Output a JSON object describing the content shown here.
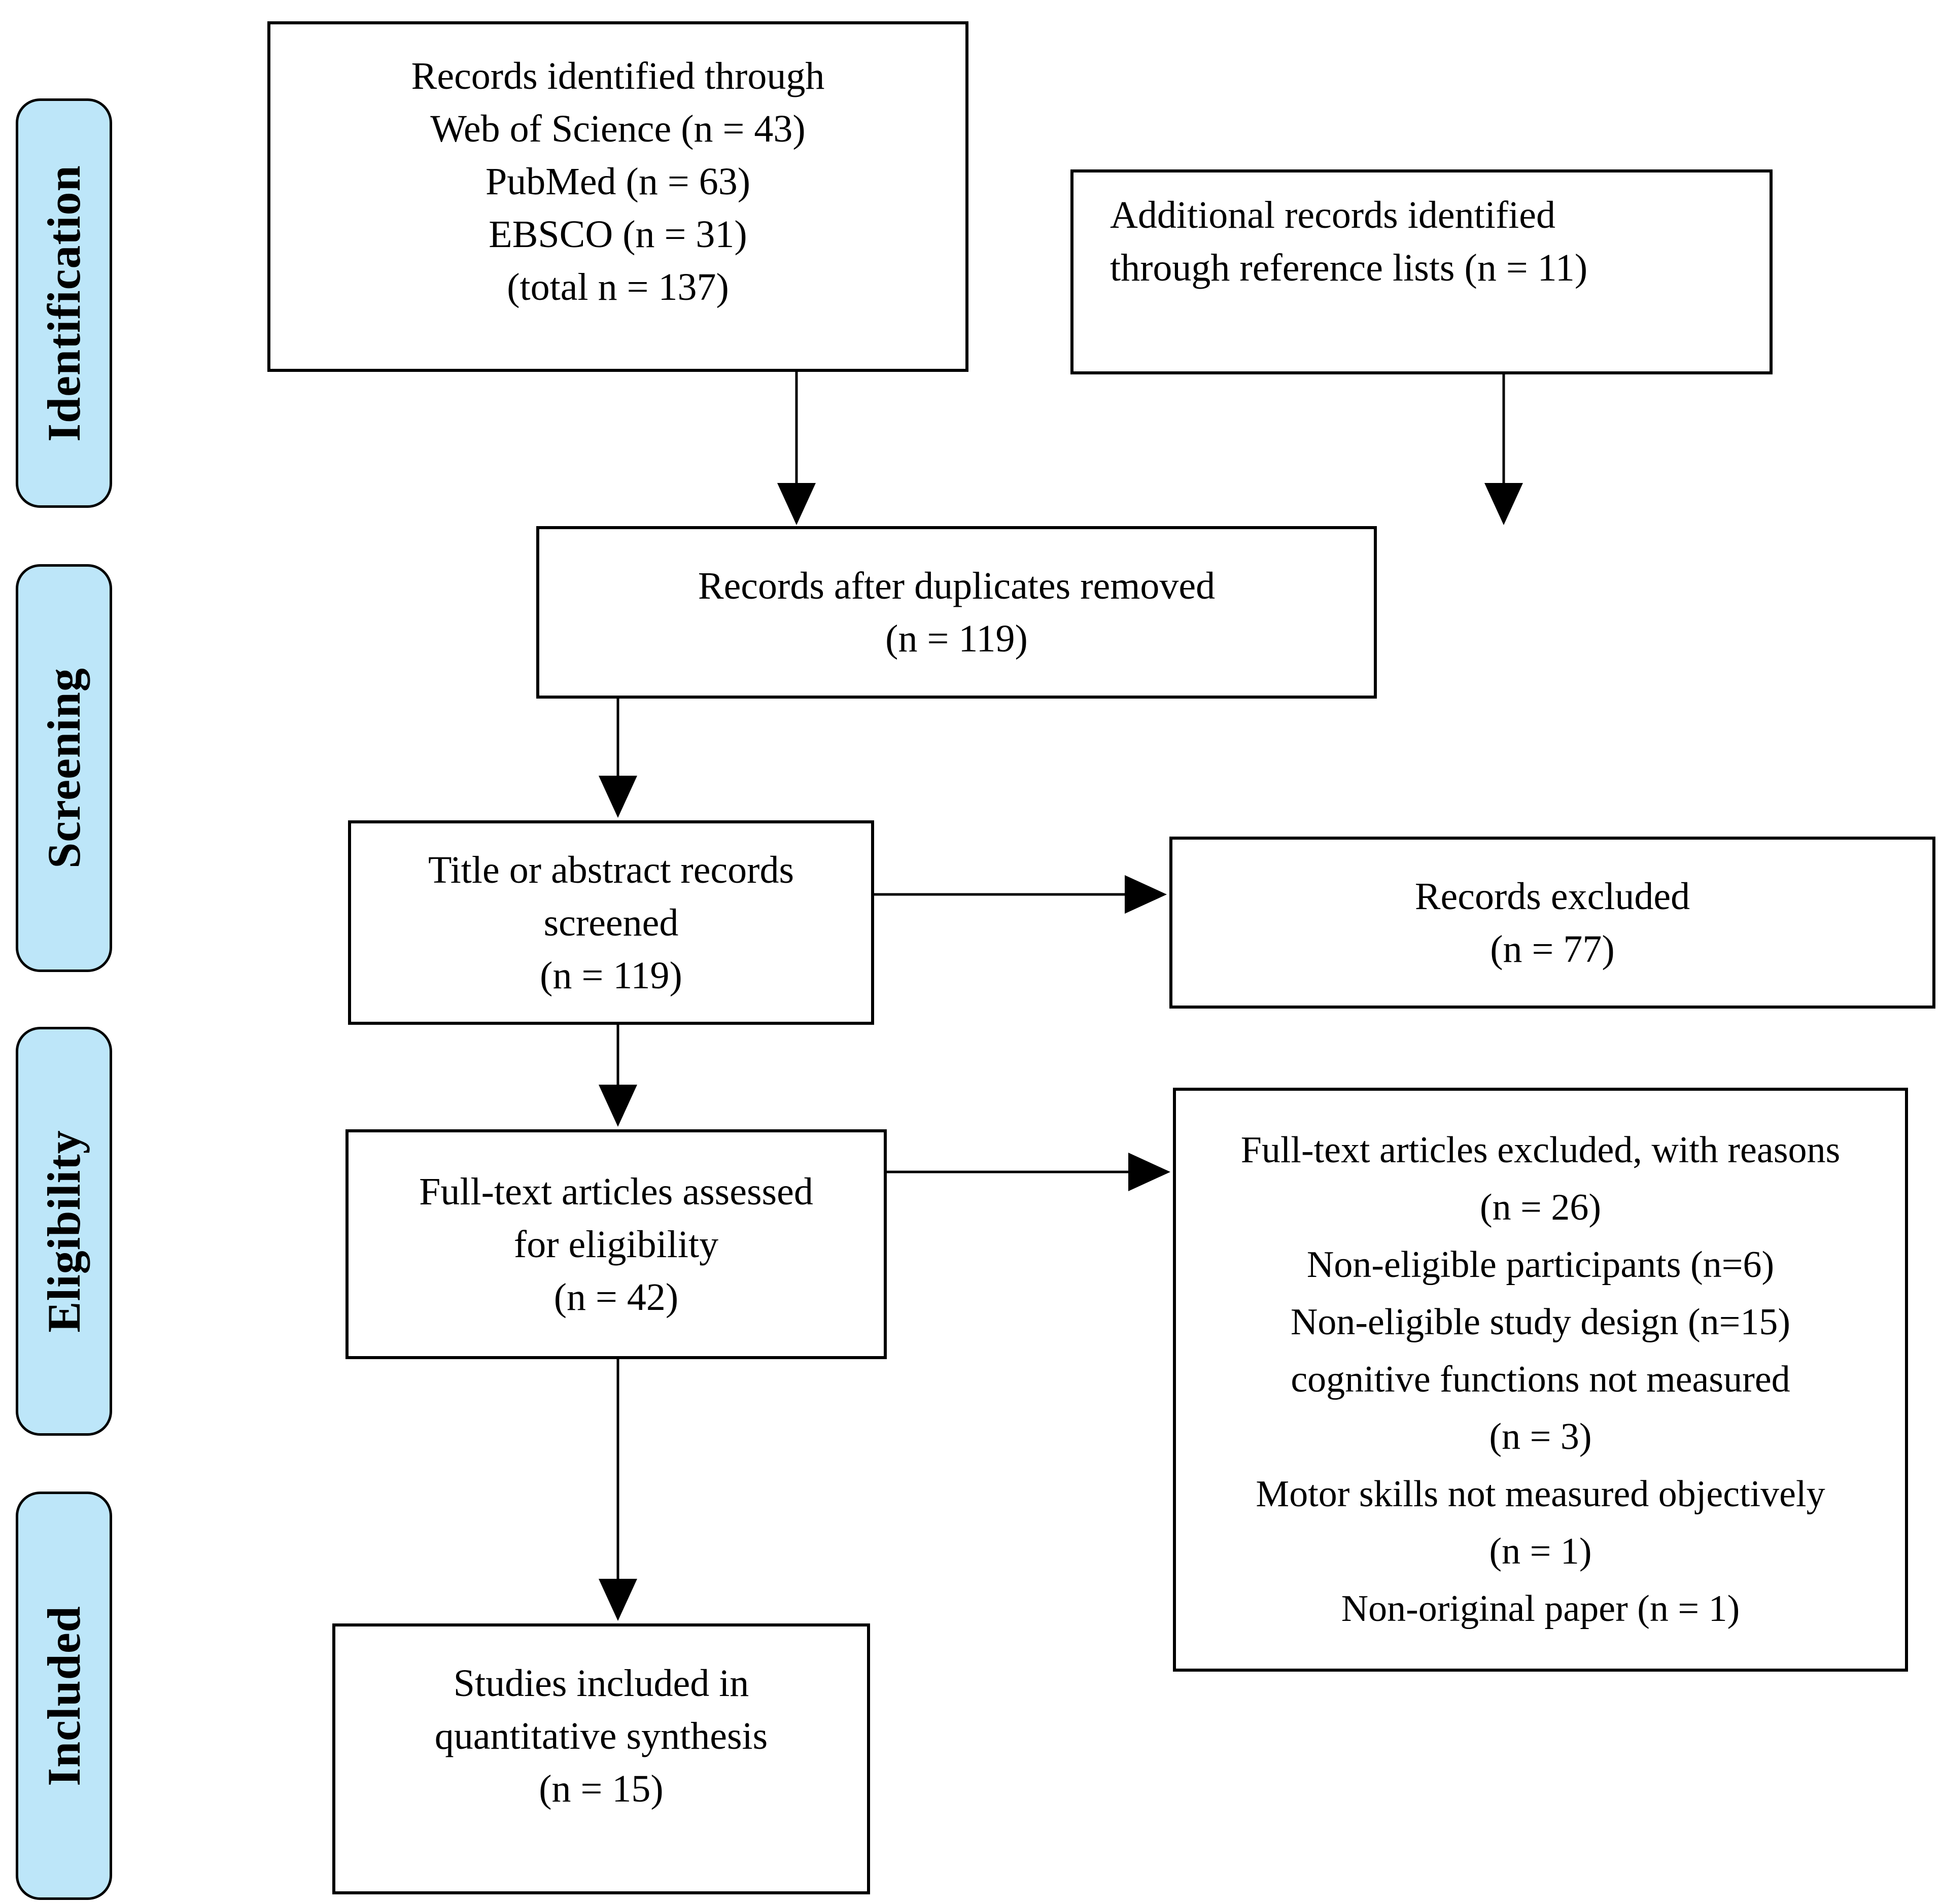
{
  "figure": {
    "kind": "PRISMA flow diagram"
  },
  "stages": [
    {
      "id": "identification",
      "label": "Identification"
    },
    {
      "id": "screening",
      "label": "Screening"
    },
    {
      "id": "eligibility",
      "label": "Eligibility"
    },
    {
      "id": "included",
      "label": "Included"
    }
  ],
  "boxes": {
    "identified": {
      "lines": [
        "Records identified through",
        "Web of Science (n = 43)",
        "PubMed (n = 63)",
        "EBSCO (n = 31)",
        "(total n = 137)"
      ]
    },
    "additional": {
      "lines": [
        "Additional records identified",
        "through reference lists (n = 11)"
      ]
    },
    "deduplicated": {
      "lines": [
        "Records after duplicates removed",
        "(n = 119)"
      ]
    },
    "screened": {
      "lines": [
        "Title or abstract records",
        "screened",
        "(n = 119)"
      ]
    },
    "records_excluded": {
      "lines": [
        "Records excluded",
        "(n = 77)"
      ]
    },
    "fulltext_assessed": {
      "lines": [
        "Full-text articles assessed",
        "for eligibility",
        "(n = 42)"
      ]
    },
    "fulltext_excluded": {
      "lines": [
        "Full-text articles excluded, with reasons",
        "(n = 26)",
        "Non-eligible participants (n=6)",
        "Non-eligible study design (n=15)",
        "cognitive functions not measured",
        "(n = 3)",
        "Motor skills not measured objectively",
        "(n = 1)",
        "Non-original paper (n = 1)"
      ]
    },
    "studies_included": {
      "lines": [
        "Studies included in",
        "quantitative synthesis",
        "(n = 15)"
      ]
    }
  },
  "colors": {
    "stage_fill": "#BDE6F9",
    "outline": "#000000",
    "box_fill": "#FFFFFF",
    "background": "#FFFFFF",
    "text": "#000000"
  }
}
